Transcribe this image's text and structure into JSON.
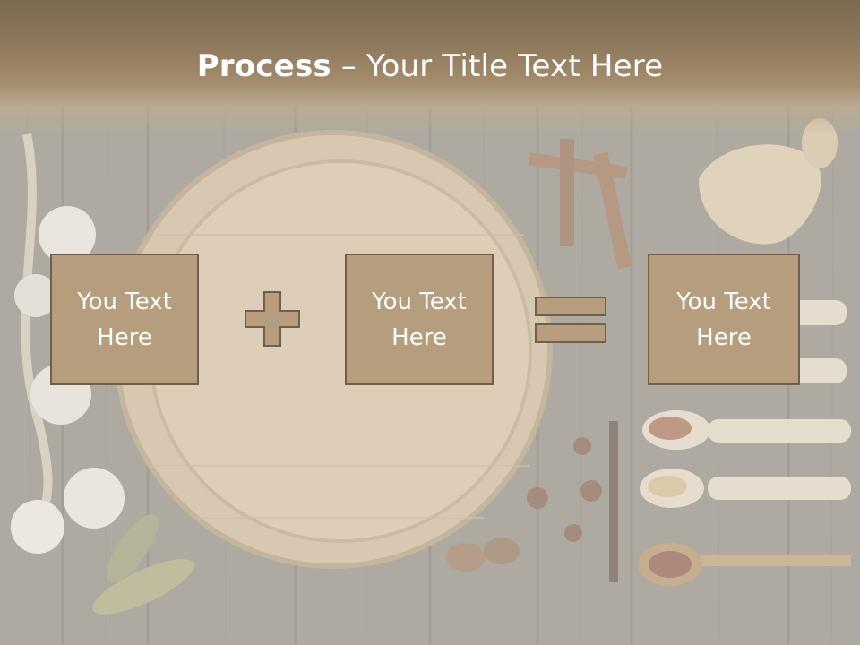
{
  "slide": {
    "title_bold": "Process",
    "title_rest": " – Your Title Text Here"
  },
  "process": {
    "boxes": [
      {
        "text": "You Text\nHere"
      },
      {
        "text": "You Text\nHere"
      },
      {
        "text": "You Text\nHere"
      }
    ],
    "operators": [
      "plus-icon",
      "equals-icon"
    ]
  },
  "colors": {
    "box_fill": "#b59d7e",
    "box_border": "#6f5f4b",
    "title_band": "#8f7a5c",
    "text": "#ffffff"
  }
}
